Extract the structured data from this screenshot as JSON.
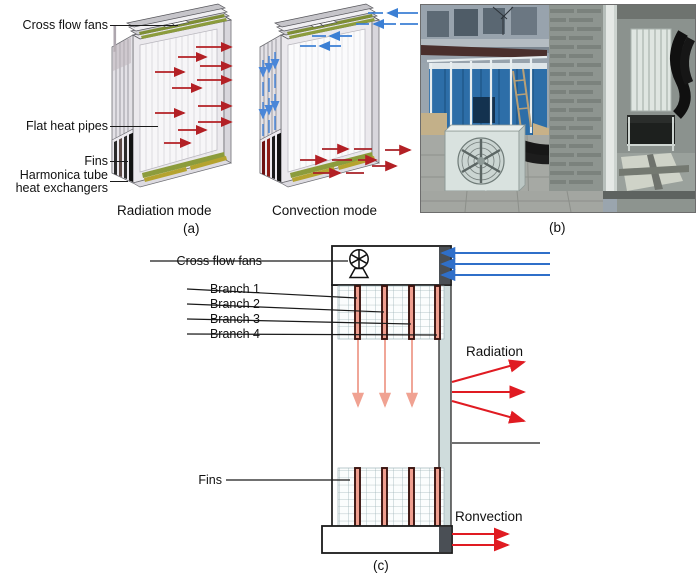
{
  "figure": {
    "type": "schematic-diagram",
    "panels": [
      {
        "id": "a",
        "caption": "(a)"
      },
      {
        "id": "b",
        "caption": "(b)"
      },
      {
        "id": "c",
        "caption": "(c)"
      }
    ]
  },
  "panel_a": {
    "caption": "(a)",
    "labels": [
      {
        "key": "cross_flow_fans",
        "text": "Cross flow fans"
      },
      {
        "key": "flat_heat_pipes",
        "text": "Flat heat pipes"
      },
      {
        "key": "fins",
        "text": "Fins"
      },
      {
        "key": "harmonica_line1",
        "text": "Harmonica tube"
      },
      {
        "key": "harmonica_line2",
        "text": "heat exchangers"
      }
    ],
    "subpanels": [
      {
        "key": "radiation",
        "title": "Radiation mode"
      },
      {
        "key": "convection",
        "title": "Convection mode"
      }
    ],
    "colors": {
      "radiation_arrow": "#c0272d",
      "convection_air_arrow": "#3b7fd4",
      "panel_face": "#ebe9ed",
      "panel_edge": "#6f6f74",
      "fin_strip": "#8c9c3c",
      "copper": "#8a5a3a"
    }
  },
  "panel_b": {
    "caption": "(b)",
    "description": "Outdoor photograph of the installed prototype on a rooftop balcony",
    "scene_elements": [
      "outdoor air-conditioning condenser unit",
      "blue shipping container",
      "grey brick wall",
      "open doorway with radiator panel inside",
      "tiled balcony floor",
      "black insulated pipes"
    ],
    "colors": {
      "container_blue": "#2d6ea8",
      "brick_grey": "#8e9590",
      "sky_grey": "#97a2ad",
      "unit_white": "#d9e2df",
      "floor_grey": "#a8aba6"
    }
  },
  "panel_c": {
    "caption": "(c)",
    "labels": [
      {
        "key": "cross_flow_fans",
        "text": "Cross flow fans"
      },
      {
        "key": "branch_1",
        "text": "Branch 1"
      },
      {
        "key": "branch_2",
        "text": "Branch 2"
      },
      {
        "key": "branch_3",
        "text": "Branch 3"
      },
      {
        "key": "branch_4",
        "text": "Branch 4"
      },
      {
        "key": "fins",
        "text": "Fins"
      },
      {
        "key": "radiation",
        "text": "Radiation"
      },
      {
        "key": "convection",
        "text": "Ronvection"
      }
    ],
    "flow": {
      "air_inlet_arrows": 3,
      "air_inlet_direction": "left",
      "internal_down_arrows": 3,
      "radiation_arrows": 3,
      "convection_arrows": 2,
      "branch_count": 4
    },
    "colors": {
      "air_arrow": "#3b7fd4",
      "radiation_arrow": "#e01b22",
      "internal_arrow": "#f0a292",
      "tube": "#ef9e8f",
      "tube_border": "#3b1410",
      "wall": "#cfdcdc",
      "fin_line": "#9fb4b8",
      "outline": "#111111"
    },
    "fan_icon": "cross-flow-fan-icon"
  }
}
